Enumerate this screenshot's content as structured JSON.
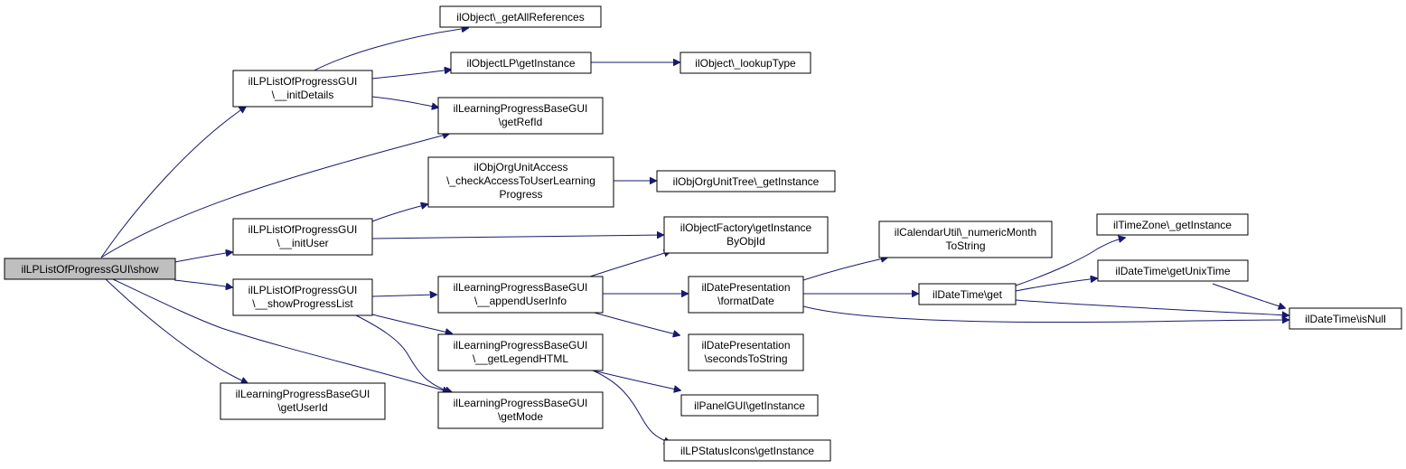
{
  "colors": {
    "edge": "#191970",
    "root_fill": "#bfbfbf",
    "node_fill": "#ffffff",
    "node_border": "#000000"
  },
  "nodes": {
    "show": [
      "ilLPListOfProgressGUI\\show"
    ],
    "initDetails": [
      "ilLPListOfProgressGUI",
      "\\__initDetails"
    ],
    "initUser": [
      "ilLPListOfProgressGUI",
      "\\__initUser"
    ],
    "showProgressList": [
      "ilLPListOfProgressGUI",
      "\\__showProgressList"
    ],
    "getUserId": [
      "ilLearningProgressBaseGUI",
      "\\getUserId"
    ],
    "getAllReferences": [
      "ilObject\\_getAllReferences"
    ],
    "objectLPGetInstance": [
      "ilObjectLP\\getInstance"
    ],
    "getRefId": [
      "ilLearningProgressBaseGUI",
      "\\getRefId"
    ],
    "checkAccess": [
      "ilObjOrgUnitAccess",
      "\\_checkAccessToUserLearning",
      "Progress"
    ],
    "appendUserInfo": [
      "ilLearningProgressBaseGUI",
      "\\__appendUserInfo"
    ],
    "getLegendHTML": [
      "ilLearningProgressBaseGUI",
      "\\__getLegendHTML"
    ],
    "getMode": [
      "ilLearningProgressBaseGUI",
      "\\getMode"
    ],
    "lookupType": [
      "ilObject\\_lookupType"
    ],
    "orgUnitTree": [
      "ilObjOrgUnitTree\\_getInstance"
    ],
    "objectFactory": [
      "ilObjectFactory\\getInstance",
      "ByObjId"
    ],
    "formatDate": [
      "ilDatePresentation",
      "\\formatDate"
    ],
    "secondsToString": [
      "ilDatePresentation",
      "\\secondsToString"
    ],
    "panelGUI": [
      "ilPanelGUI\\getInstance"
    ],
    "statusIcons": [
      "ilLPStatusIcons\\getInstance"
    ],
    "numericMonth": [
      "ilCalendarUtil\\_numericMonth",
      "ToString"
    ],
    "dateTimeGet": [
      "ilDateTime\\get"
    ],
    "timeZone": [
      "ilTimeZone\\_getInstance"
    ],
    "unixTime": [
      "ilDateTime\\getUnixTime"
    ],
    "isNull": [
      "ilDateTime\\isNull"
    ]
  }
}
